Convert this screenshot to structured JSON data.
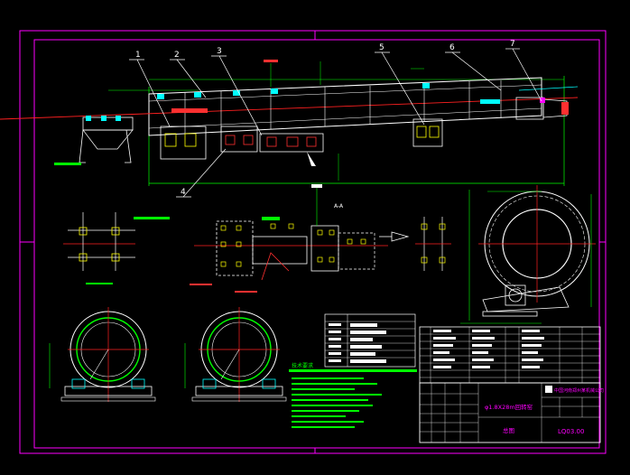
{
  "colors": {
    "background": "#000000",
    "frame": "#ff00ff",
    "line": "#ffffff",
    "center": "#ff2020",
    "green": "#00ff00",
    "yellow": "#ffff00",
    "cyan": "#00ffff"
  },
  "callouts": [
    "1",
    "2",
    "3",
    "4",
    "5",
    "6",
    "7"
  ],
  "title_block": {
    "drawing_name": "φ1.8X28m回转窑",
    "scale": "总图",
    "drawing_no": "LQ03.00",
    "company": "中国河南郑州某机械公司"
  },
  "tech_requirements_title": "技术要求",
  "section_label": "A-A"
}
